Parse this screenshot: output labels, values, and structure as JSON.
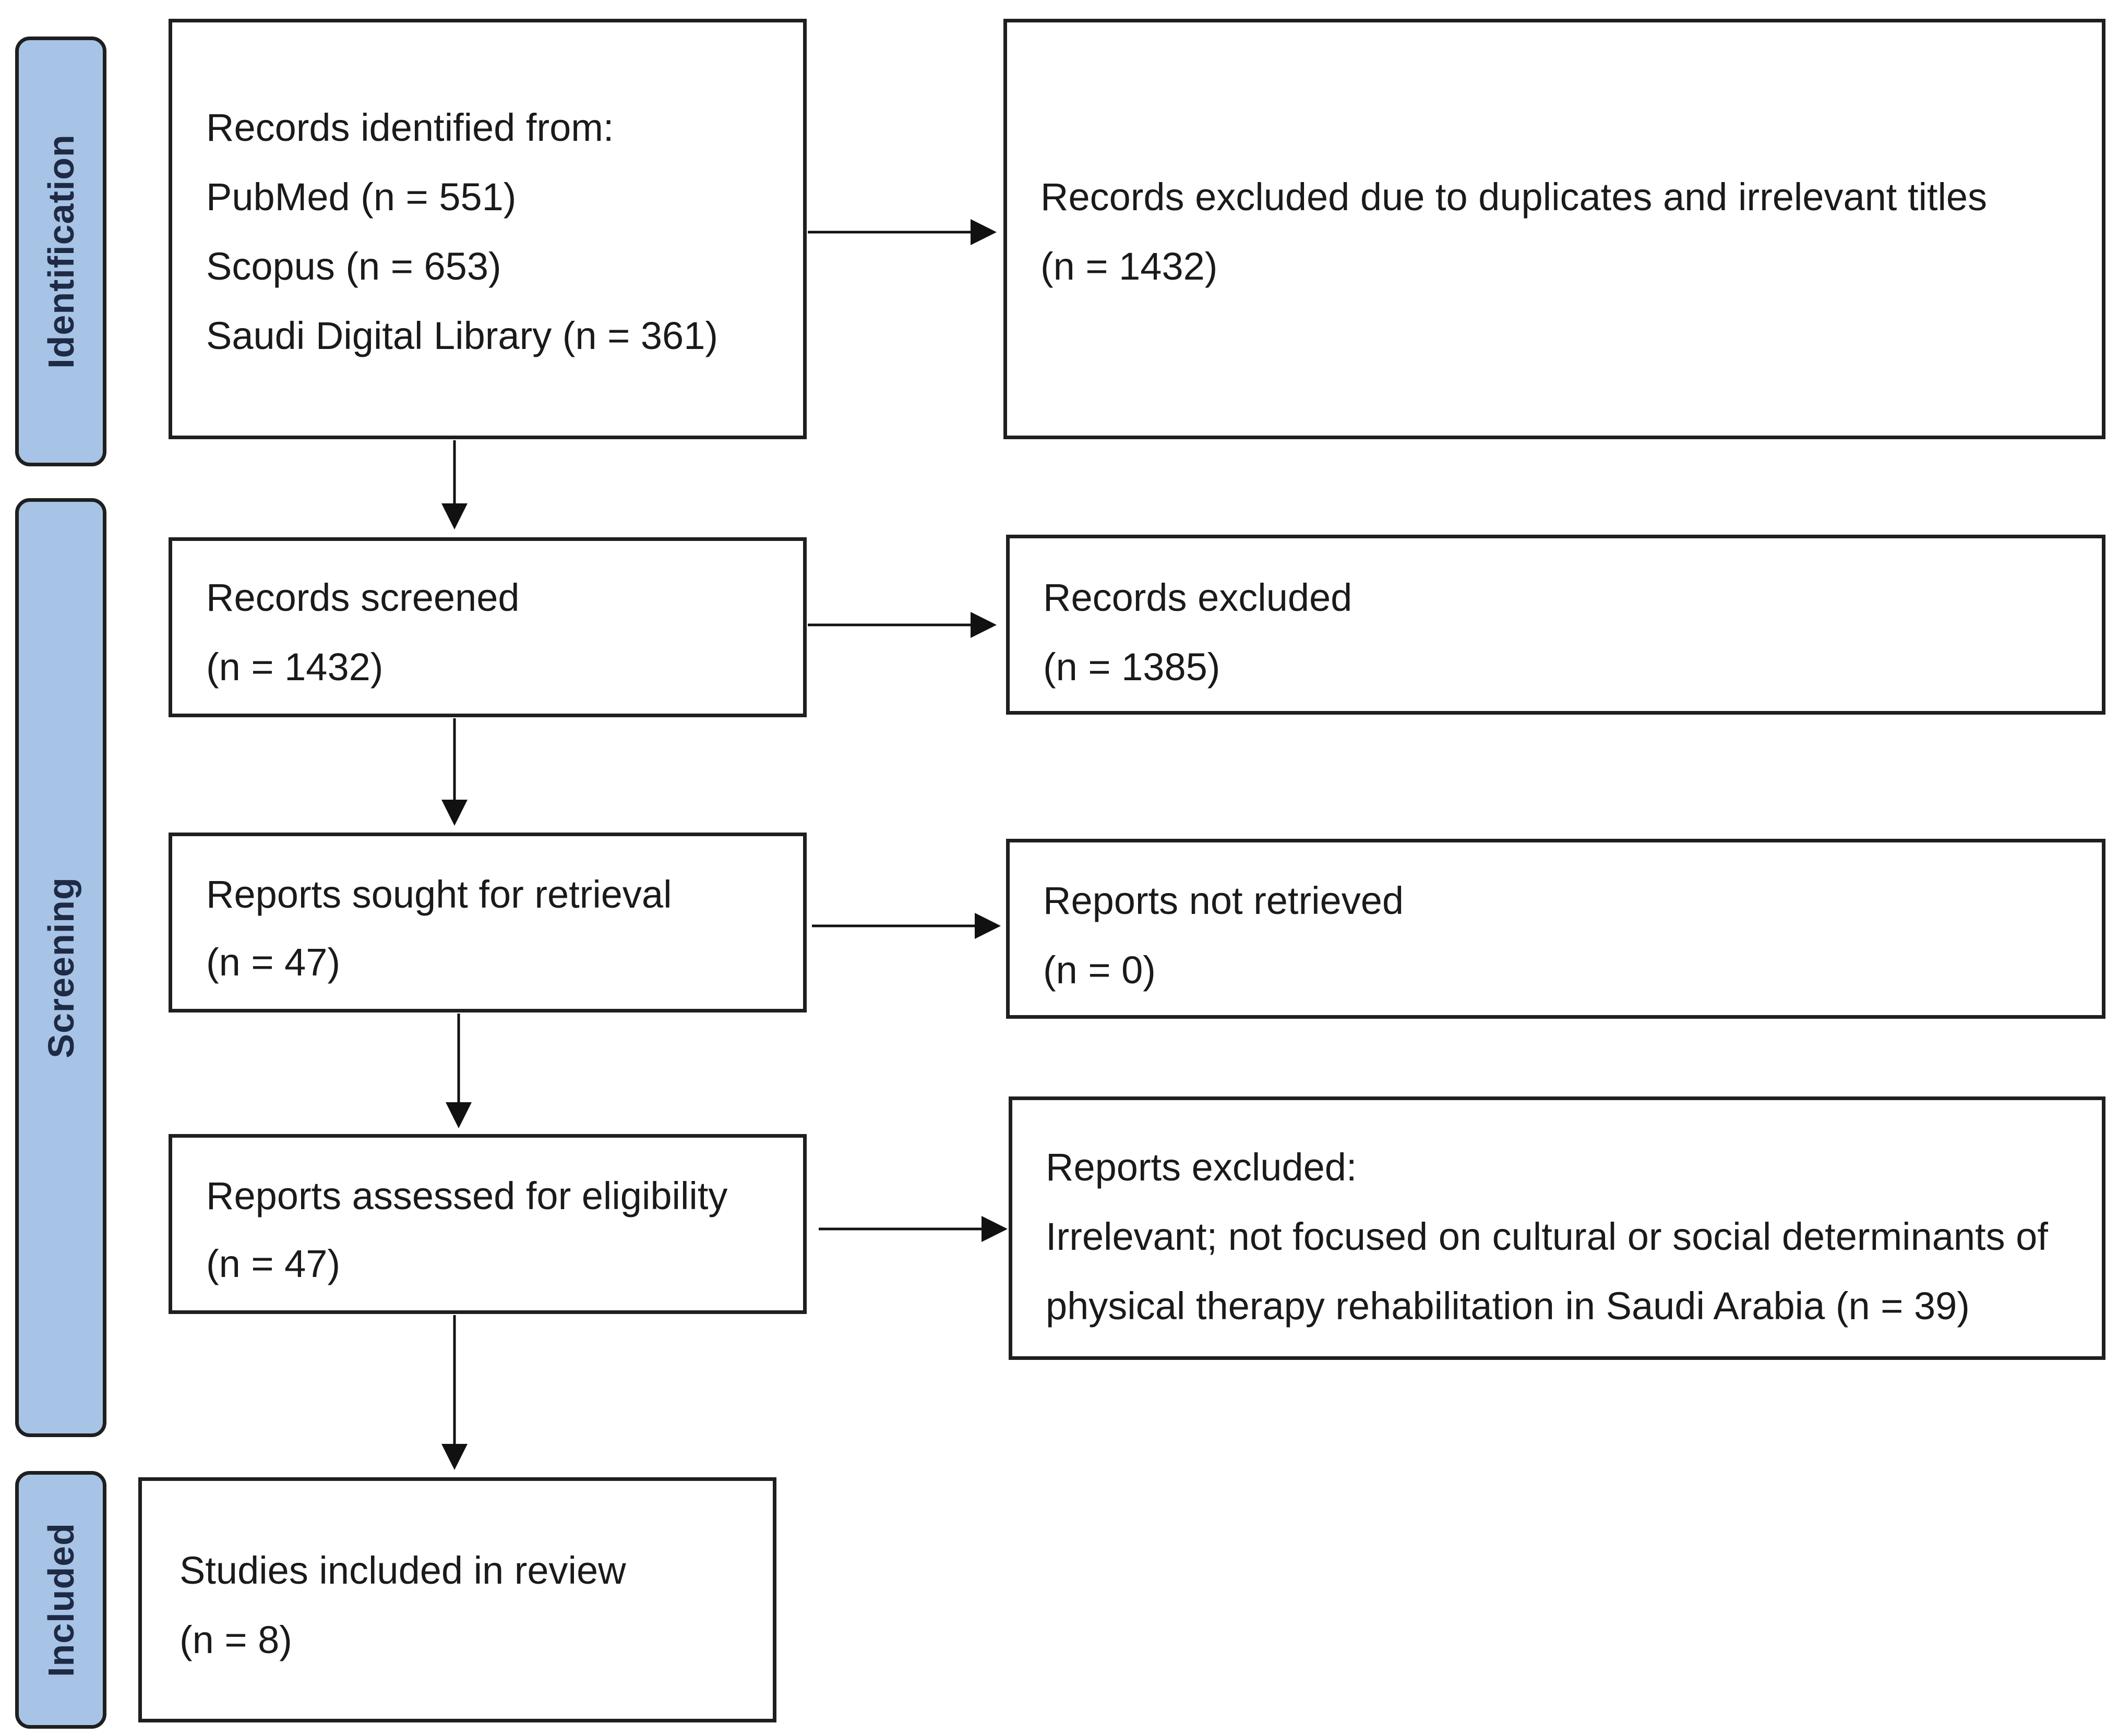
{
  "phases": {
    "identification": "Identification",
    "screening": "Screening",
    "included": "Included"
  },
  "boxes": {
    "records_identified": {
      "heading": "Records identified from:",
      "pubmed": "PubMed (n = 551)",
      "scopus": "Scopus (n = 653)",
      "sdl": "Saudi Digital Library (n = 361)"
    },
    "records_excluded_duplicates": {
      "label": "Records excluded due to duplicates and irrelevant titles",
      "count": "(n = 1432)"
    },
    "records_screened": {
      "label": "Records screened",
      "count": "(n = 1432)"
    },
    "records_excluded": {
      "label": "Records excluded",
      "count": "(n = 1385)"
    },
    "reports_sought": {
      "label": "Reports sought for retrieval",
      "count": "(n = 47)"
    },
    "reports_not_retrieved": {
      "label": "Reports not retrieved",
      "count": "(n = 0)"
    },
    "reports_assessed": {
      "label": "Reports assessed for eligibility",
      "count": "(n = 47)"
    },
    "reports_excluded": {
      "heading": "Reports excluded:",
      "line1": "Irrelevant; not focused on cultural or social determinants of",
      "line2": "physical therapy rehabilitation in Saudi Arabia (n = 39)"
    },
    "studies_included": {
      "label": "Studies included in review",
      "count": "(n = 8)"
    }
  }
}
